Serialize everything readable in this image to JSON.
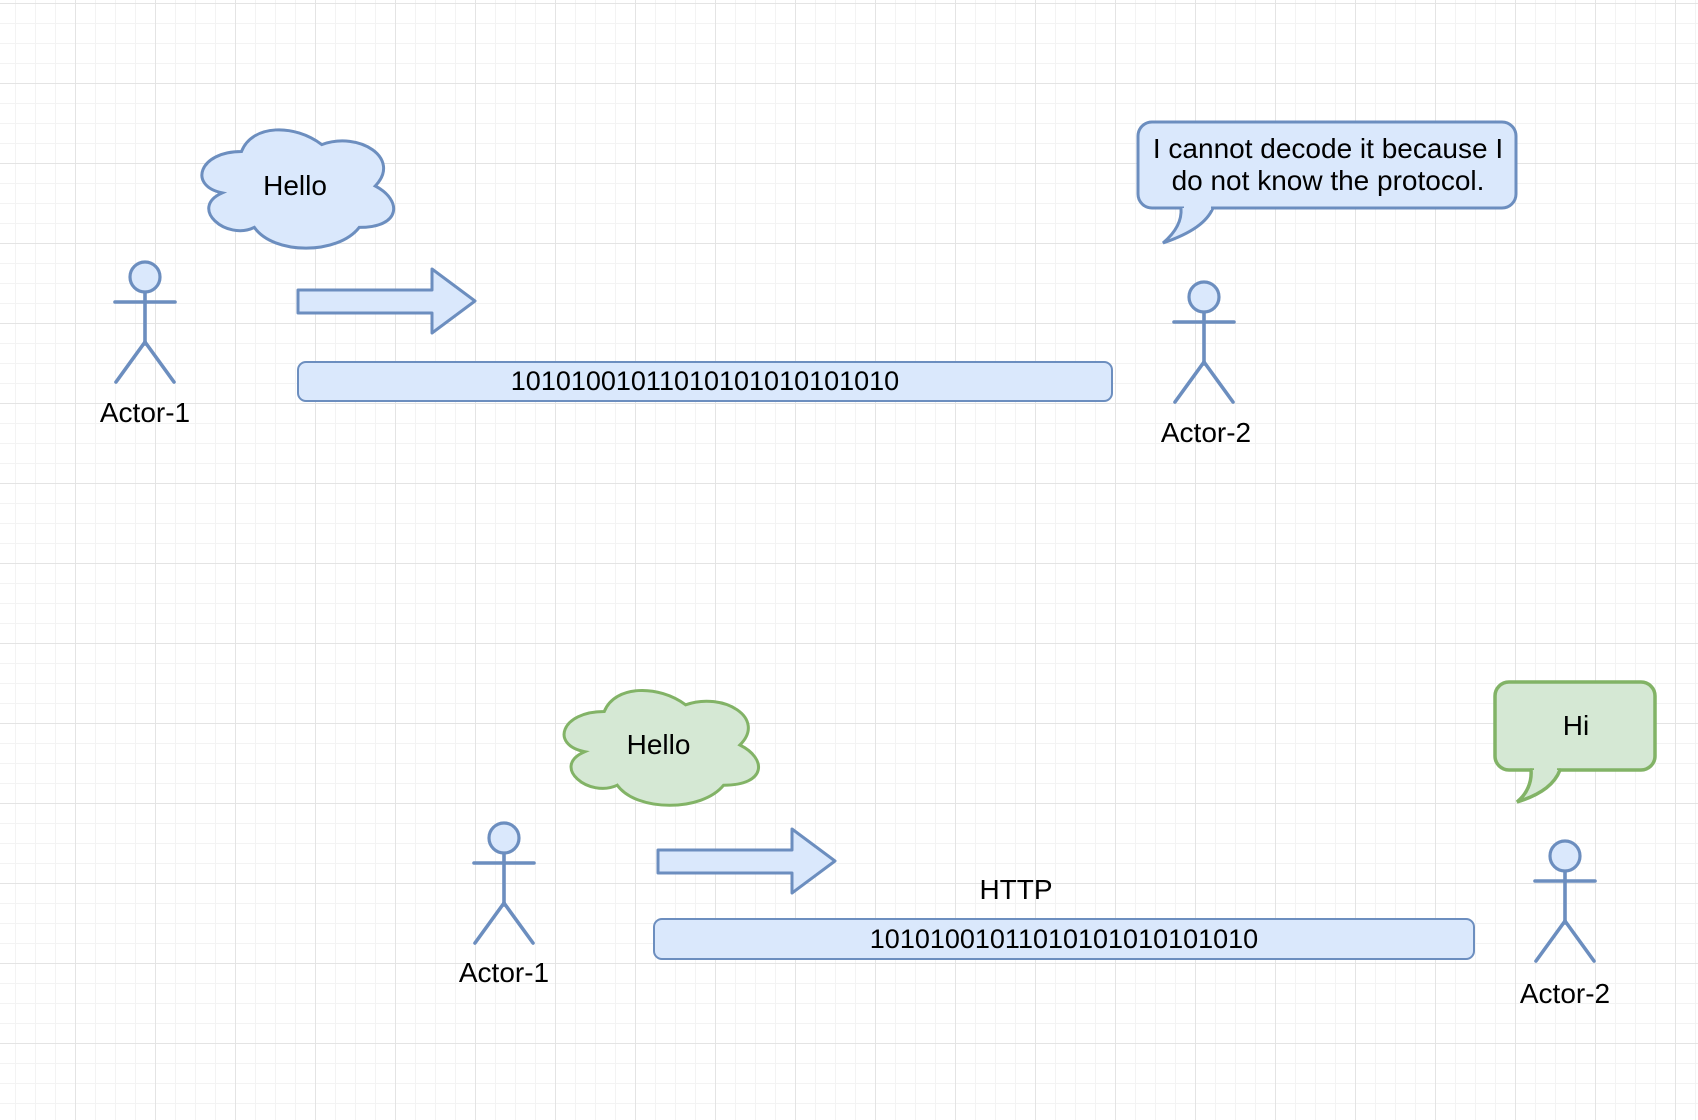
{
  "palette": {
    "blue_fill": "#dae8fc",
    "blue_stroke": "#6c8ebf",
    "green_fill": "#d5e8d4",
    "green_stroke": "#82b366",
    "text": "#000000"
  },
  "scene1": {
    "cloud_label": "Hello",
    "actor1_label": "Actor-1",
    "actor2_label": "Actor-2",
    "message_bits": "10101001011010101010101010",
    "speech_line1": "I cannot decode it because I",
    "speech_line2": "do not know the protocol."
  },
  "scene2": {
    "cloud_label": "Hello",
    "actor1_label": "Actor-1",
    "actor2_label": "Actor-2",
    "protocol_label": "HTTP",
    "message_bits": "10101001011010101010101010",
    "speech_label": "Hi"
  }
}
